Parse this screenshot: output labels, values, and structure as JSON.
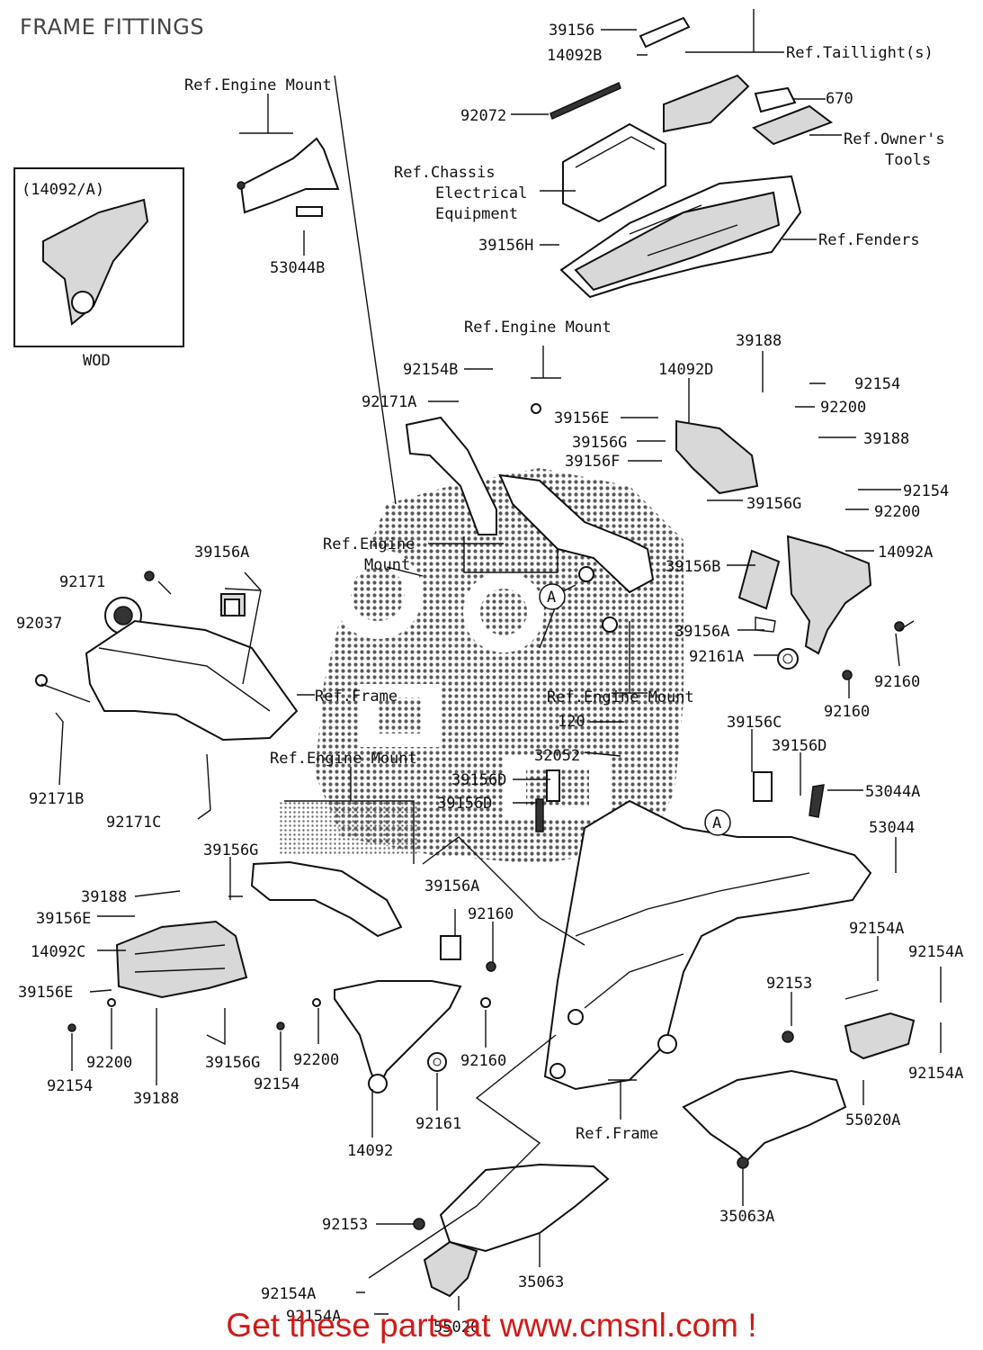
{
  "title": "FRAME FITTINGS",
  "inset": {
    "part": "(14092/A)",
    "caption": "WOD"
  },
  "refs": {
    "engine_mount": "Ref.Engine Mount",
    "taillights": "Ref.Taillight(s)",
    "owners_tools_1": "Ref.Owner's",
    "owners_tools_2": "Tools",
    "chassis_elec_1": "Ref.Chassis",
    "chassis_elec_2": "Electrical",
    "chassis_elec_3": "Equipment",
    "fenders": "Ref.Fenders",
    "frame": "Ref.Frame",
    "engine_mount_split_1": "Ref.Engine",
    "engine_mount_split_2": "Mount",
    "engine_mount_right": "Ref.Engine Mount",
    "engine_mount_lower": "Ref.Engine Mount",
    "frame_lower": "Ref.Frame"
  },
  "callouts": {
    "a1": "A",
    "a2": "A"
  },
  "parts": {
    "p39156_top": "39156",
    "p14092B": "14092B",
    "p92072": "92072",
    "p670": "670",
    "p53044B": "53044B",
    "p39156H": "39156H",
    "p92154B": "92154B",
    "p92171A": "92171A",
    "p39188_a": "39188",
    "p14092D": "14092D",
    "p92154_a": "92154",
    "p92200_a": "92200",
    "p39188_b": "39188",
    "p39156E_a": "39156E",
    "p39156G_a": "39156G",
    "p39156F": "39156F",
    "p39156G_b": "39156G",
    "p92154_b": "92154",
    "p92200_b": "92200",
    "p14092A": "14092A",
    "p39156B": "39156B",
    "p39156A_a": "39156A",
    "p92161A": "92161A",
    "p92160_a": "92160",
    "p92160_b": "92160",
    "p39156A_b": "39156A",
    "p92171": "92171",
    "p92037": "92037",
    "p92171B": "92171B",
    "p92171C": "92171C",
    "p120": "120",
    "p32052": "32052",
    "p39156C": "39156C",
    "p39156D_a": "39156D",
    "p39156D_b": "39156D",
    "p39156D_c": "39156D",
    "p53044A": "53044A",
    "p53044": "53044",
    "p39156G_c": "39156G",
    "p39188_c": "39188",
    "p39156E_b": "39156E",
    "p14092C": "14092C",
    "p39156E_c": "39156E",
    "p39156A_c": "39156A",
    "p92160_c": "92160",
    "p92154A_a": "92154A",
    "p92154A_b": "92154A",
    "p92153_a": "92153",
    "p92154_c": "92154",
    "p92200_c": "92200",
    "p39156G_d": "39156G",
    "p92154_d": "92154",
    "p92200_d": "92200",
    "p39188_d": "39188",
    "p92160_d": "92160",
    "p92161": "92161",
    "p14092": "14092",
    "p92154A_c": "92154A",
    "p55020A": "55020A",
    "p35063A": "35063A",
    "p92153_b": "92153",
    "p35063": "35063",
    "p92154A_d": "92154A",
    "p92154A_e": "92154A",
    "p55020": "55020"
  },
  "promo": "Get these parts at www.cmsnl.com !"
}
